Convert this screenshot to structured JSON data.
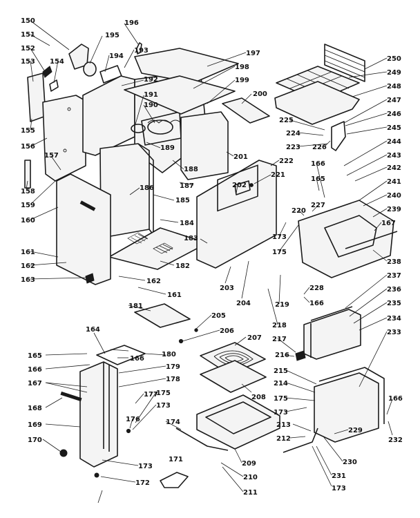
{
  "diagram": {
    "part_numbers": [
      "150",
      "151",
      "152",
      "153",
      "154",
      "155",
      "156",
      "157",
      "158",
      "159",
      "160",
      "161",
      "162",
      "163",
      "164",
      "165",
      "166",
      "167",
      "168",
      "169",
      "170",
      "171",
      "172",
      "173",
      "174",
      "175",
      "176",
      "177",
      "178",
      "179",
      "180",
      "181",
      "182",
      "183",
      "184",
      "185",
      "186",
      "187",
      "188",
      "189",
      "190",
      "191",
      "192",
      "193",
      "194",
      "195",
      "196",
      "197",
      "198",
      "199",
      "200",
      "201",
      "202",
      "203",
      "204",
      "205",
      "206",
      "207",
      "208",
      "209",
      "210",
      "211",
      "212",
      "213",
      "214",
      "215",
      "216",
      "217",
      "218",
      "219",
      "220",
      "221",
      "222",
      "223",
      "224",
      "225",
      "226",
      "227",
      "228",
      "229",
      "230",
      "231",
      "232",
      "233",
      "234",
      "235",
      "236",
      "237",
      "238",
      "239",
      "240",
      "241",
      "242",
      "243",
      "244",
      "245",
      "246",
      "247",
      "248",
      "249",
      "250"
    ],
    "labels": [
      {
        "text": "150"
      },
      {
        "text": "151"
      },
      {
        "text": "152"
      },
      {
        "text": "153"
      },
      {
        "text": "154"
      },
      {
        "text": "155"
      },
      {
        "text": "156"
      },
      {
        "text": "157"
      },
      {
        "text": "158"
      },
      {
        "text": "159"
      },
      {
        "text": "160"
      },
      {
        "text": "161"
      },
      {
        "text": "162"
      },
      {
        "text": "163"
      },
      {
        "text": "162"
      },
      {
        "text": "161"
      },
      {
        "text": "196"
      },
      {
        "text": "195"
      },
      {
        "text": "194"
      },
      {
        "text": "193"
      },
      {
        "text": "192"
      },
      {
        "text": "191"
      },
      {
        "text": "190"
      },
      {
        "text": "189"
      },
      {
        "text": "188"
      },
      {
        "text": "187"
      },
      {
        "text": "186"
      },
      {
        "text": "185"
      },
      {
        "text": "184"
      },
      {
        "text": "183"
      },
      {
        "text": "182"
      },
      {
        "text": "197"
      },
      {
        "text": "198"
      },
      {
        "text": "199"
      },
      {
        "text": "200"
      },
      {
        "text": "201"
      },
      {
        "text": "202"
      },
      {
        "text": "221"
      },
      {
        "text": "222"
      },
      {
        "text": "203"
      },
      {
        "text": "204"
      },
      {
        "text": "205"
      },
      {
        "text": "206"
      },
      {
        "text": "207"
      },
      {
        "text": "208"
      },
      {
        "text": "181"
      },
      {
        "text": "250"
      },
      {
        "text": "249"
      },
      {
        "text": "248"
      },
      {
        "text": "247"
      },
      {
        "text": "246"
      },
      {
        "text": "245"
      },
      {
        "text": "244"
      },
      {
        "text": "243"
      },
      {
        "text": "242"
      },
      {
        "text": "241"
      },
      {
        "text": "240"
      },
      {
        "text": "239"
      },
      {
        "text": "238"
      },
      {
        "text": "237"
      },
      {
        "text": "236"
      },
      {
        "text": "235"
      },
      {
        "text": "234"
      },
      {
        "text": "233"
      },
      {
        "text": "225"
      },
      {
        "text": "224"
      },
      {
        "text": "223"
      },
      {
        "text": "226"
      },
      {
        "text": "166"
      },
      {
        "text": "165"
      },
      {
        "text": "227"
      },
      {
        "text": "220"
      },
      {
        "text": "173"
      },
      {
        "text": "175"
      },
      {
        "text": "167"
      },
      {
        "text": "228"
      },
      {
        "text": "166"
      },
      {
        "text": "219"
      },
      {
        "text": "218"
      },
      {
        "text": "217"
      },
      {
        "text": "216"
      },
      {
        "text": "215"
      },
      {
        "text": "214"
      },
      {
        "text": "175"
      },
      {
        "text": "173"
      },
      {
        "text": "213"
      },
      {
        "text": "212"
      },
      {
        "text": "229"
      },
      {
        "text": "230"
      },
      {
        "text": "231"
      },
      {
        "text": "173"
      },
      {
        "text": "166"
      },
      {
        "text": "232"
      },
      {
        "text": "164"
      },
      {
        "text": "165"
      },
      {
        "text": "166"
      },
      {
        "text": "166"
      },
      {
        "text": "180"
      },
      {
        "text": "179"
      },
      {
        "text": "167"
      },
      {
        "text": "178"
      },
      {
        "text": "177"
      },
      {
        "text": "175"
      },
      {
        "text": "173"
      },
      {
        "text": "176"
      },
      {
        "text": "168"
      },
      {
        "text": "169"
      },
      {
        "text": "170"
      },
      {
        "text": "174"
      },
      {
        "text": "173"
      },
      {
        "text": "171"
      },
      {
        "text": "172"
      },
      {
        "text": "209"
      },
      {
        "text": "210"
      },
      {
        "text": "211"
      }
    ]
  }
}
